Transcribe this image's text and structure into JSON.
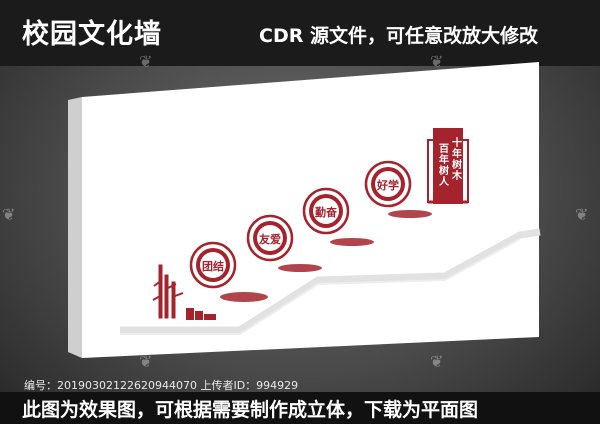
{
  "header": {
    "title": "校园文化墙",
    "subtitle": "CDR 源文件，可任意改放大修改"
  },
  "footer": {
    "meta": "编号：20190302122620944070 上传者ID：994929",
    "caption": "此图为效果图，可根据需要制作成立体，下载为平面图"
  },
  "wall": {
    "circles": [
      {
        "label": "团结"
      },
      {
        "label": "友爱"
      },
      {
        "label": "勤奋"
      },
      {
        "label": "好学"
      }
    ],
    "banner": {
      "col1": "十年树木",
      "col2": "百年树人"
    }
  },
  "colors": {
    "accent": "#a4232d",
    "wall": "#ffffff",
    "background": "#4a4a4a"
  }
}
